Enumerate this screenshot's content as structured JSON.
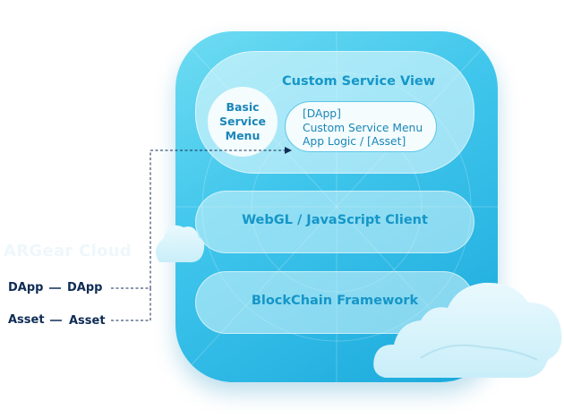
{
  "stack": {
    "custom_service_view": "Custom Service View",
    "basic_service_menu": [
      "Basic",
      "Service",
      "Menu"
    ],
    "dapp_box": [
      "[DApp]",
      "Custom Service Menu",
      "App Logic / [Asset]"
    ],
    "webgl_client": "WebGL / JavaScript Client",
    "blockchain_framework": "BlockChain Framework"
  },
  "cloud_panel": {
    "title": "ARGear Cloud",
    "rows": [
      {
        "left": "DApp",
        "right": "DApp"
      },
      {
        "left": "Asset",
        "right": "Asset"
      }
    ]
  },
  "colors": {
    "card_gradient_start": "#6fdcf2",
    "card_gradient_end": "#1aa9dc",
    "label_blue": "#1596c8",
    "dark_navy": "#0f2c55",
    "cloud": "#e3f6fc"
  }
}
